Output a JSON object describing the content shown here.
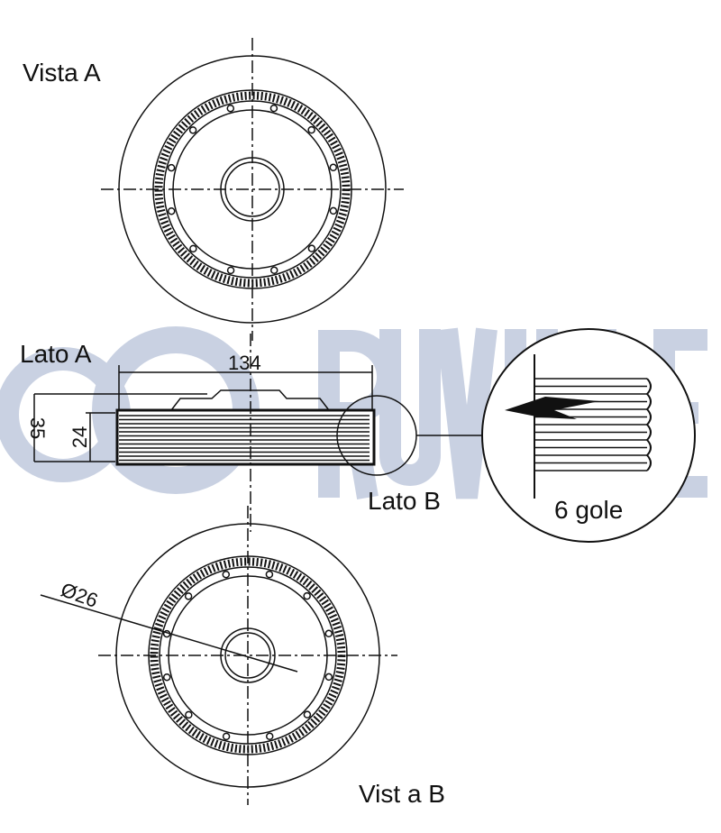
{
  "watermark": {
    "brand": "RUVILLE",
    "color": "#c9d1e2"
  },
  "labels": {
    "view_a": "Vista A",
    "side_a": "Lato A",
    "side_b": "Lato B",
    "view_b": "Vist a B",
    "grooves": "6  gole"
  },
  "dimensions": {
    "overall_width": "134",
    "total_height": "35",
    "belt_width": "24",
    "bore_diameter": "Ø26"
  },
  "counts": {
    "bolt_holes": 12,
    "grooves": 6
  }
}
